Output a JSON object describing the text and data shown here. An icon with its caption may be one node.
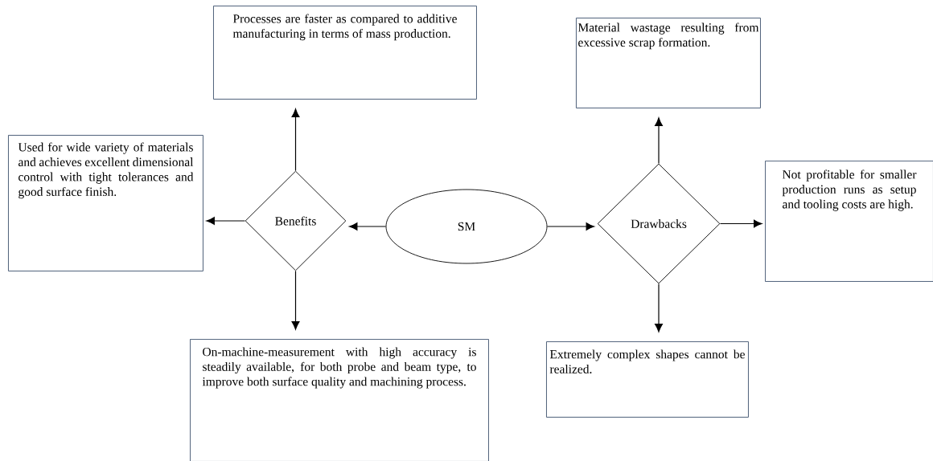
{
  "diagram": {
    "nodes": [
      {
        "text": [
          "SM"
        ]
      },
      {
        "text": [
          "Benefits"
        ]
      },
      {
        "text": [
          "Drawbacks"
        ]
      },
      {
        "text": [
          "Processes are faster as compared to additive manufacturing in terms of mass production."
        ]
      },
      {
        "text": [
          "Used for wide variety of materials and achieves excellent dimensional control with tight tolerances and good surface finish."
        ]
      },
      {
        "text": [
          "On-machine-measurement with high accuracy is steadily available, for both probe and beam type, to improve both surface quality and machining process."
        ]
      },
      {
        "text": [
          "Material wastage resulting from excessive scrap formation."
        ]
      },
      {
        "text": [
          "Not profitable for smaller production runs as setup and tooling costs are high."
        ]
      },
      {
        "text": [
          "Extremely complex shapes cannot be realized."
        ]
      }
    ],
    "edges": [
      {
        "from": 0,
        "to": 1,
        "arrow": "to"
      },
      {
        "from": 0,
        "to": 2,
        "arrow": "to"
      },
      {
        "from": 1,
        "to": 3,
        "arrow": "to"
      },
      {
        "from": 1,
        "to": 4,
        "arrow": "to"
      },
      {
        "from": 1,
        "to": 5,
        "arrow": "to"
      },
      {
        "from": 2,
        "to": 6,
        "arrow": "to"
      },
      {
        "from": 2,
        "to": 7,
        "arrow": "to"
      },
      {
        "from": 2,
        "to": 8,
        "arrow": "to"
      }
    ]
  }
}
